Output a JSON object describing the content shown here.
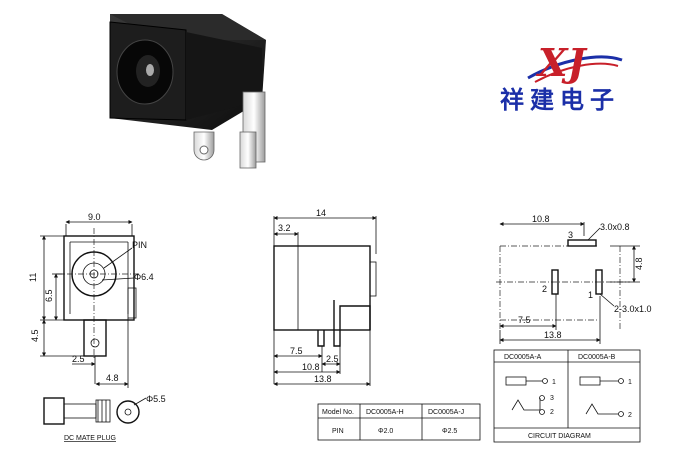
{
  "brand": {
    "logo_text": "XJ",
    "name": "祥建电子"
  },
  "front_view": {
    "width": "9.0",
    "height": "11",
    "mid": "6.5",
    "lower": "4.5",
    "pin_label": "PIN",
    "hole": "Φ6.4",
    "offset": "2.5",
    "pin_offset": "4.8"
  },
  "side_view": {
    "depth": "14",
    "top": "3.2",
    "d1": "7.5",
    "d2": "2.5",
    "d3": "10.8",
    "d4": "13.8"
  },
  "pcb_layout": {
    "w1": "10.8",
    "slot1": "3.0x0.8",
    "pin_top": "3",
    "pin_mid": "2",
    "pin_low": "1",
    "h1": "4.8",
    "slot2": "2-3.0x1.0",
    "w2": "7.5",
    "w3": "13.8"
  },
  "plug": {
    "caption": "DC MATE PLUG",
    "dia": "Φ5.5"
  },
  "model_table": {
    "headers": [
      "Model No.",
      "DC0005A-H",
      "DC0005A-J"
    ],
    "row": [
      "PIN",
      "Φ2.0",
      "Φ2.5"
    ]
  },
  "circuit": {
    "col_a": "DC0005A-A",
    "col_b": "DC0005A-B",
    "n1": "1",
    "n3": "3",
    "n2": "2",
    "b1": "1",
    "b2": "2",
    "caption": "CIRCUIT DIAGRAM"
  }
}
